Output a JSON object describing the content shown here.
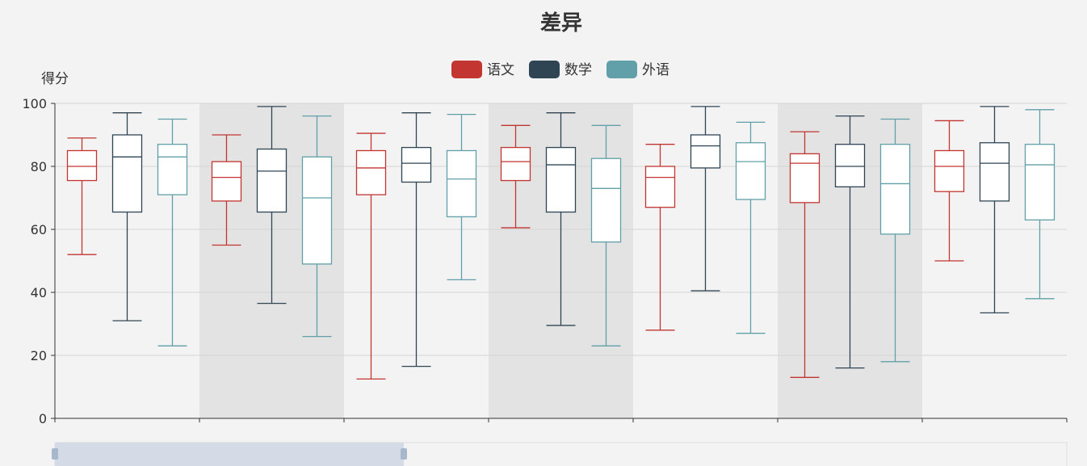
{
  "chart_data": {
    "type": "boxplot",
    "title": "差异",
    "ylabel": "得分",
    "ylim": [
      0,
      100
    ],
    "yticks": [
      0,
      20,
      40,
      60,
      80,
      100
    ],
    "grid": true,
    "legend_position": "top-center",
    "categories": [
      "",
      "",
      "",
      "",
      "",
      "",
      ""
    ],
    "series": [
      {
        "name": "语文",
        "color": "#c23531",
        "boxes": [
          {
            "min": 52,
            "q1": 75.5,
            "median": 80,
            "q3": 85,
            "max": 89
          },
          {
            "min": 55,
            "q1": 69,
            "median": 76.5,
            "q3": 81.5,
            "max": 90
          },
          {
            "min": 12.5,
            "q1": 71,
            "median": 79.5,
            "q3": 85,
            "max": 90.5
          },
          {
            "min": 60.5,
            "q1": 75.5,
            "median": 81.5,
            "q3": 86,
            "max": 93
          },
          {
            "min": 28,
            "q1": 67,
            "median": 76.5,
            "q3": 80,
            "max": 87
          },
          {
            "min": 13,
            "q1": 68.5,
            "median": 81,
            "q3": 84,
            "max": 91
          },
          {
            "min": 50,
            "q1": 72,
            "median": 80,
            "q3": 85,
            "max": 94.5
          }
        ]
      },
      {
        "name": "数学",
        "color": "#2f4554",
        "boxes": [
          {
            "min": 31,
            "q1": 65.5,
            "median": 83,
            "q3": 90,
            "max": 97
          },
          {
            "min": 36.5,
            "q1": 65.5,
            "median": 78.5,
            "q3": 85.5,
            "max": 99
          },
          {
            "min": 16.5,
            "q1": 75,
            "median": 81,
            "q3": 86,
            "max": 97
          },
          {
            "min": 29.5,
            "q1": 65.5,
            "median": 80.5,
            "q3": 86,
            "max": 97
          },
          {
            "min": 40.5,
            "q1": 79.5,
            "median": 86.5,
            "q3": 90,
            "max": 99
          },
          {
            "min": 16,
            "q1": 73.5,
            "median": 80,
            "q3": 87,
            "max": 96
          },
          {
            "min": 33.5,
            "q1": 69,
            "median": 81,
            "q3": 87.5,
            "max": 99
          }
        ]
      },
      {
        "name": "外语",
        "color": "#61a0a8",
        "boxes": [
          {
            "min": 23,
            "q1": 71,
            "median": 83,
            "q3": 87,
            "max": 95
          },
          {
            "min": 26,
            "q1": 49,
            "median": 70,
            "q3": 83,
            "max": 96
          },
          {
            "min": 44,
            "q1": 64,
            "median": 76,
            "q3": 85,
            "max": 96.5
          },
          {
            "min": 23,
            "q1": 56,
            "median": 73,
            "q3": 82.5,
            "max": 93
          },
          {
            "min": 27,
            "q1": 69.5,
            "median": 81.5,
            "q3": 87.5,
            "max": 94
          },
          {
            "min": 18,
            "q1": 58.5,
            "median": 74.5,
            "q3": 87,
            "max": 95
          },
          {
            "min": 38,
            "q1": 63,
            "median": 80.5,
            "q3": 87,
            "max": 98
          }
        ]
      }
    ]
  },
  "colors": {
    "background": "#f3f3f3",
    "band": "#e3e3e3",
    "grid": "#d6d6d6",
    "axis": "#333333"
  }
}
